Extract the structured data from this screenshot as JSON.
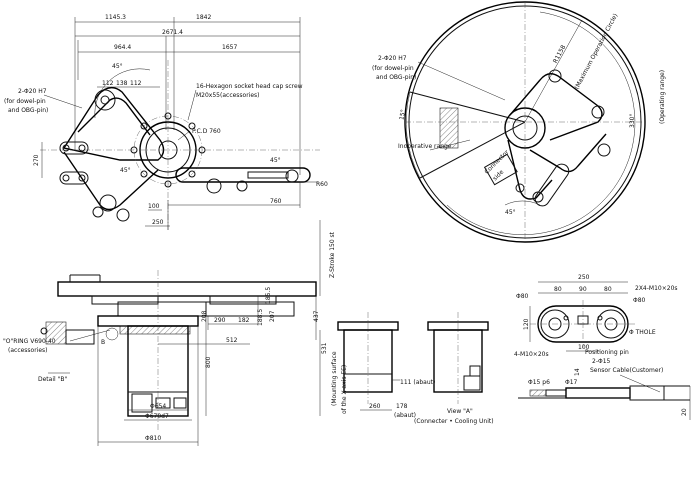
{
  "top_view": {
    "dims": {
      "d1145": "1145.3",
      "d1842": "1842",
      "d2671": "2671.4",
      "d964": "964.4",
      "d1657": "1657",
      "d112a": "112",
      "d138": "138",
      "d112b": "112",
      "d45": "45°",
      "d45b": "45°",
      "d45c": "45°",
      "d270": "270",
      "d100": "100",
      "d250": "250",
      "d760": "760",
      "dR60": "R60"
    },
    "dowel_note": [
      "2-Φ20 H7",
      "(for dowel-pin",
      "and OBG-pin)"
    ],
    "screw_note": [
      "16-Hexagon socket head cap screw",
      "M20x55(accessories)"
    ],
    "pcd": "P.C.D 760"
  },
  "range_view": {
    "dowel_note": [
      "2-Φ20 H7",
      "(for dowel-pin",
      "and OBG-pin)"
    ],
    "r_label": "R1158",
    "max_radius": "(Maximum Operation Circle)",
    "d15": "15°",
    "d330": "330°",
    "d45": "45°",
    "inoperative": "Inoperative range",
    "operating": "(Operating range)",
    "connector_side": [
      "Connector",
      "side"
    ]
  },
  "side_view": {
    "z_stroke": "Z-Stroke 150 st",
    "d437": "437",
    "d207": "207",
    "d185": "185.5",
    "d188": "188.5",
    "d208": "208",
    "d290": "290",
    "d182": "182",
    "d512": "512",
    "d800": "800",
    "d531": "531",
    "d654": "Φ654",
    "d670": "Φ670d7",
    "d810": "Φ810",
    "label_b": "B",
    "oring": [
      "\"O\"RING V690-40",
      "(accessories)"
    ],
    "detail_b": "Detail \"B\"",
    "mounting": [
      "(Mounting surface",
      "of the X-axis EE)"
    ]
  },
  "view_a": {
    "d111": "111 (abaut)",
    "d260": "260",
    "d178": "178",
    "abaut": "(abaut)",
    "title": "View \"A\"",
    "subtitle": "(Connecter • Cooling Unit)"
  },
  "flange": {
    "d250": "250",
    "d80a": "80",
    "d90": "90",
    "d80b": "80",
    "d_phi80a": "Φ80",
    "d_phi80b": "Φ80",
    "d120": "120",
    "d100": "100",
    "tap_left": "4-M10×20s",
    "tap_top": "2X4-M10×20s",
    "thole": "Φ THOLE",
    "pos_pin": "Positioning pin",
    "pin_spec": "2-Φ15",
    "shaft_d1": "Φ15 p6",
    "shaft_d2": "Φ17",
    "d14": "14",
    "d20": "20",
    "sensor_cable": "Sensor Cable(Customer)"
  }
}
